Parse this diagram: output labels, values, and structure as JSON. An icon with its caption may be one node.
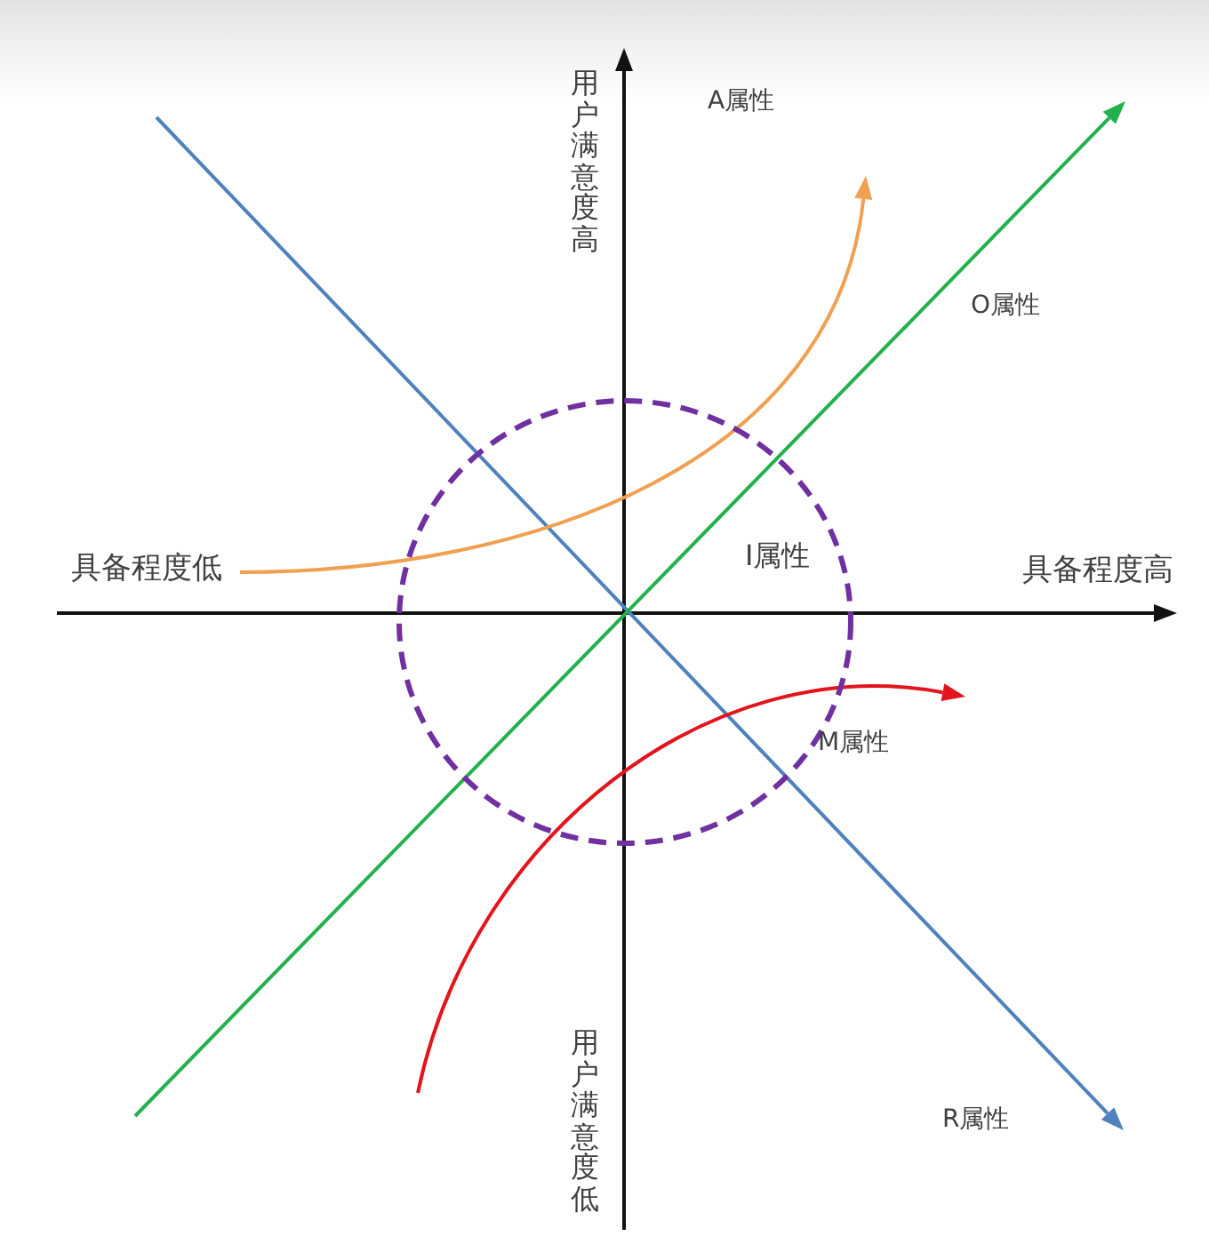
{
  "diagram": {
    "nodes": [
      {
        "text": [
          "I属性"
        ]
      }
    ],
    "labels": [
      "用户满意度高",
      "A属性",
      "O属性",
      "具备程度低",
      "具备程度高",
      "M属性",
      "R属性",
      "用户满意度低"
    ]
  }
}
